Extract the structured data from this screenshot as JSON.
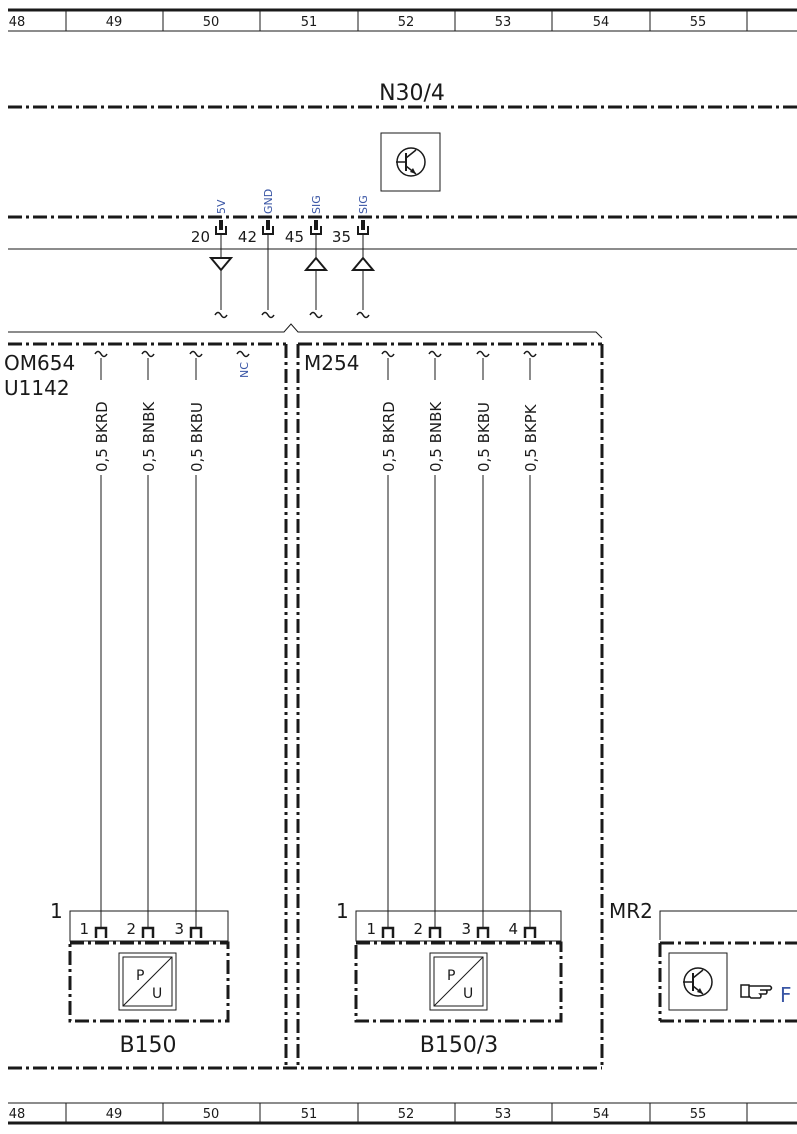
{
  "grid": {
    "columns": [
      "48",
      "49",
      "50",
      "51",
      "52",
      "53",
      "54",
      "55"
    ]
  },
  "control_unit": {
    "label": "N30/4",
    "pins": [
      {
        "number": "20",
        "signal": "5V"
      },
      {
        "number": "42",
        "signal": "GND"
      },
      {
        "number": "45",
        "signal": "SIG"
      },
      {
        "number": "35",
        "signal": "SIG"
      }
    ]
  },
  "variant_left": {
    "label_line1": "OM654",
    "label_line2": "U1142",
    "nc_label": "NC",
    "wires": [
      "0,5 BKRD",
      "0,5 BNBK",
      "0,5 BKBU"
    ],
    "connector_number": "1",
    "pins": [
      "1",
      "2",
      "3"
    ],
    "sensor_p": "P",
    "sensor_u": "U",
    "component": "B150"
  },
  "variant_right": {
    "label": "M254",
    "wires": [
      "0,5 BKRD",
      "0,5 BNBK",
      "0,5 BKBU",
      "0,5 BKPK"
    ],
    "connector_number": "1",
    "pins": [
      "1",
      "2",
      "3",
      "4"
    ],
    "sensor_p": "P",
    "sensor_u": "U",
    "component": "B150/3"
  },
  "mr2": {
    "label": "MR2",
    "ref_letter": "F"
  },
  "colors": {
    "line": "#1a1a1a",
    "signal_label": "#3a56a5",
    "reference": "#3a56a5"
  }
}
